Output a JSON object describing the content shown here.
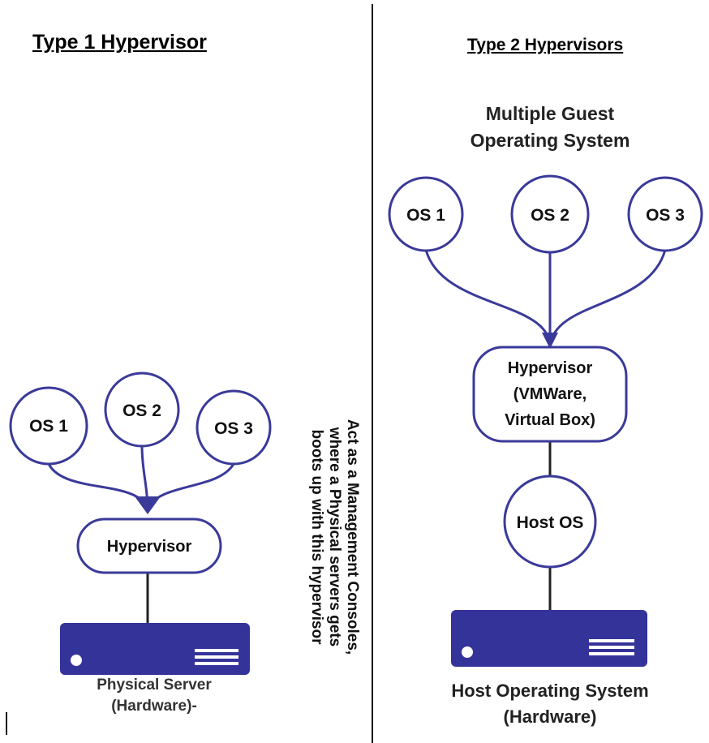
{
  "colors": {
    "accent": "#3a3a9a",
    "server": "#333399",
    "line": "#222222",
    "divider": "#111111"
  },
  "type1": {
    "title": "Type 1 Hypervisor",
    "guests": [
      "OS 1",
      "OS 2",
      "OS 3"
    ],
    "hypervisor": "Hypervisor",
    "server_label": [
      "Physical Server",
      "(Hardware)-"
    ]
  },
  "type2": {
    "title": "Type 2 Hypervisors",
    "guest_caption": [
      "Multiple Guest",
      "Operating System"
    ],
    "guests": [
      "OS 1",
      "OS 2",
      "OS 3"
    ],
    "hypervisor": [
      "Hypervisor",
      "(VMWare,",
      "Virtual Box)"
    ],
    "host_os": "Host OS",
    "server_label": [
      "Host Operating System",
      "(Hardware)"
    ]
  },
  "side_note": [
    "Act as a Management Consoles,",
    "where a Physical servers gets",
    "boots up with this hypervisor"
  ],
  "icons": [
    "server-icon",
    "power-led-icon",
    "vent-icon",
    "arrow-head-icon"
  ]
}
